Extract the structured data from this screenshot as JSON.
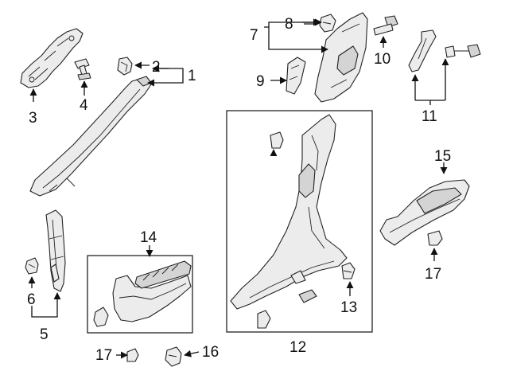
{
  "callouts": {
    "c1": "1",
    "c2": "2",
    "c3": "3",
    "c4": "4",
    "c5": "5",
    "c6": "6",
    "c7": "7",
    "c8": "8",
    "c9": "9",
    "c10": "10",
    "c11": "11",
    "c12": "12",
    "c13": "13",
    "c14": "14",
    "c15": "15",
    "c16": "16",
    "c17a": "17",
    "c17b": "17"
  },
  "colors": {
    "line": "#222222",
    "fill": "#ececec",
    "shade": "#d4d4d4",
    "background": "#ffffff"
  }
}
